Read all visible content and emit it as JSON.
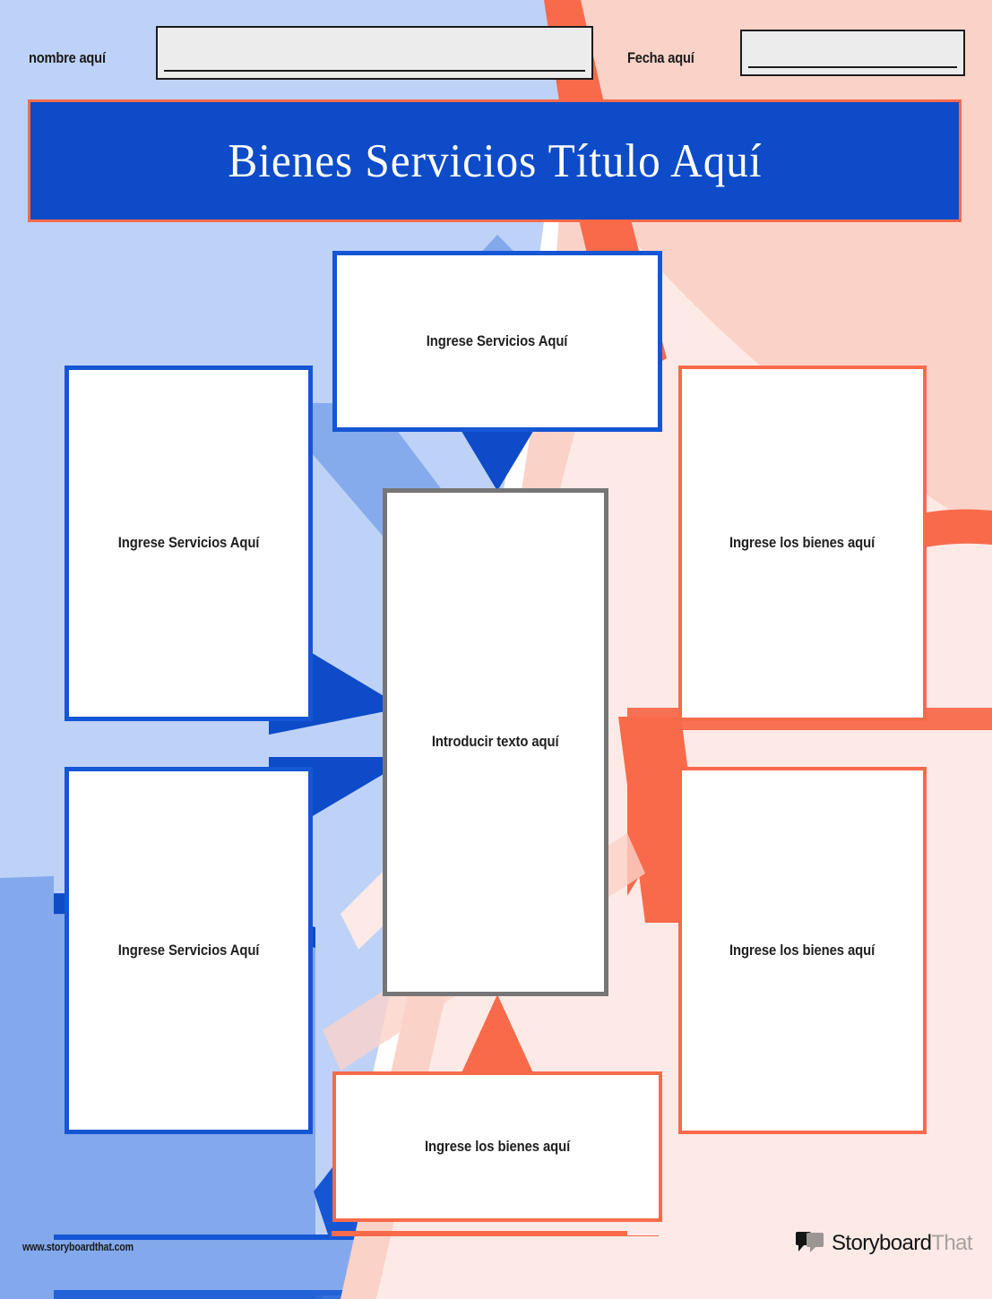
{
  "header": {
    "name_label": "nombre aquí",
    "name_value": "",
    "name_placeholder": "",
    "date_label": "Fecha aquí",
    "date_value": "",
    "date_placeholder": ""
  },
  "title": {
    "text": "Bienes Servicios Título Aquí"
  },
  "nodes": {
    "top": "Ingrese Servicios Aquí",
    "left_1": "Ingrese Servicios Aquí",
    "left_2": "Ingrese Servicios Aquí",
    "right_1": "Ingrese los bienes aquí",
    "right_2": "Ingrese los bienes aquí",
    "bottom": "Ingrese los bienes aquí",
    "center": "Introducir texto aquí"
  },
  "footer": {
    "url": "www.storyboardthat.com",
    "brand_first": "Storyboard",
    "brand_second": "That",
    "logo_icon": "speech-bubbles-icon"
  },
  "colors": {
    "title_banner_bg": "#0D4BC8",
    "title_banner_border": "#F96A4B",
    "blue_border": "#1456D4",
    "orange_border": "#F96A4B",
    "gray_border": "#767676",
    "blue_arrow": "#0D4BC8",
    "orange_arrow": "#F96A4B",
    "bg_blue_light": "#BED2F7",
    "bg_blue_mid": "#83A9EC",
    "bg_blue_strong": "#0D4BC8",
    "bg_pink_light": "#FDEAE6",
    "bg_pink_mid": "#FBD2C8",
    "bg_orange_strong": "#F96A4B",
    "field_fill": "#ECECEC",
    "text_dark": "#1F1F1F"
  }
}
